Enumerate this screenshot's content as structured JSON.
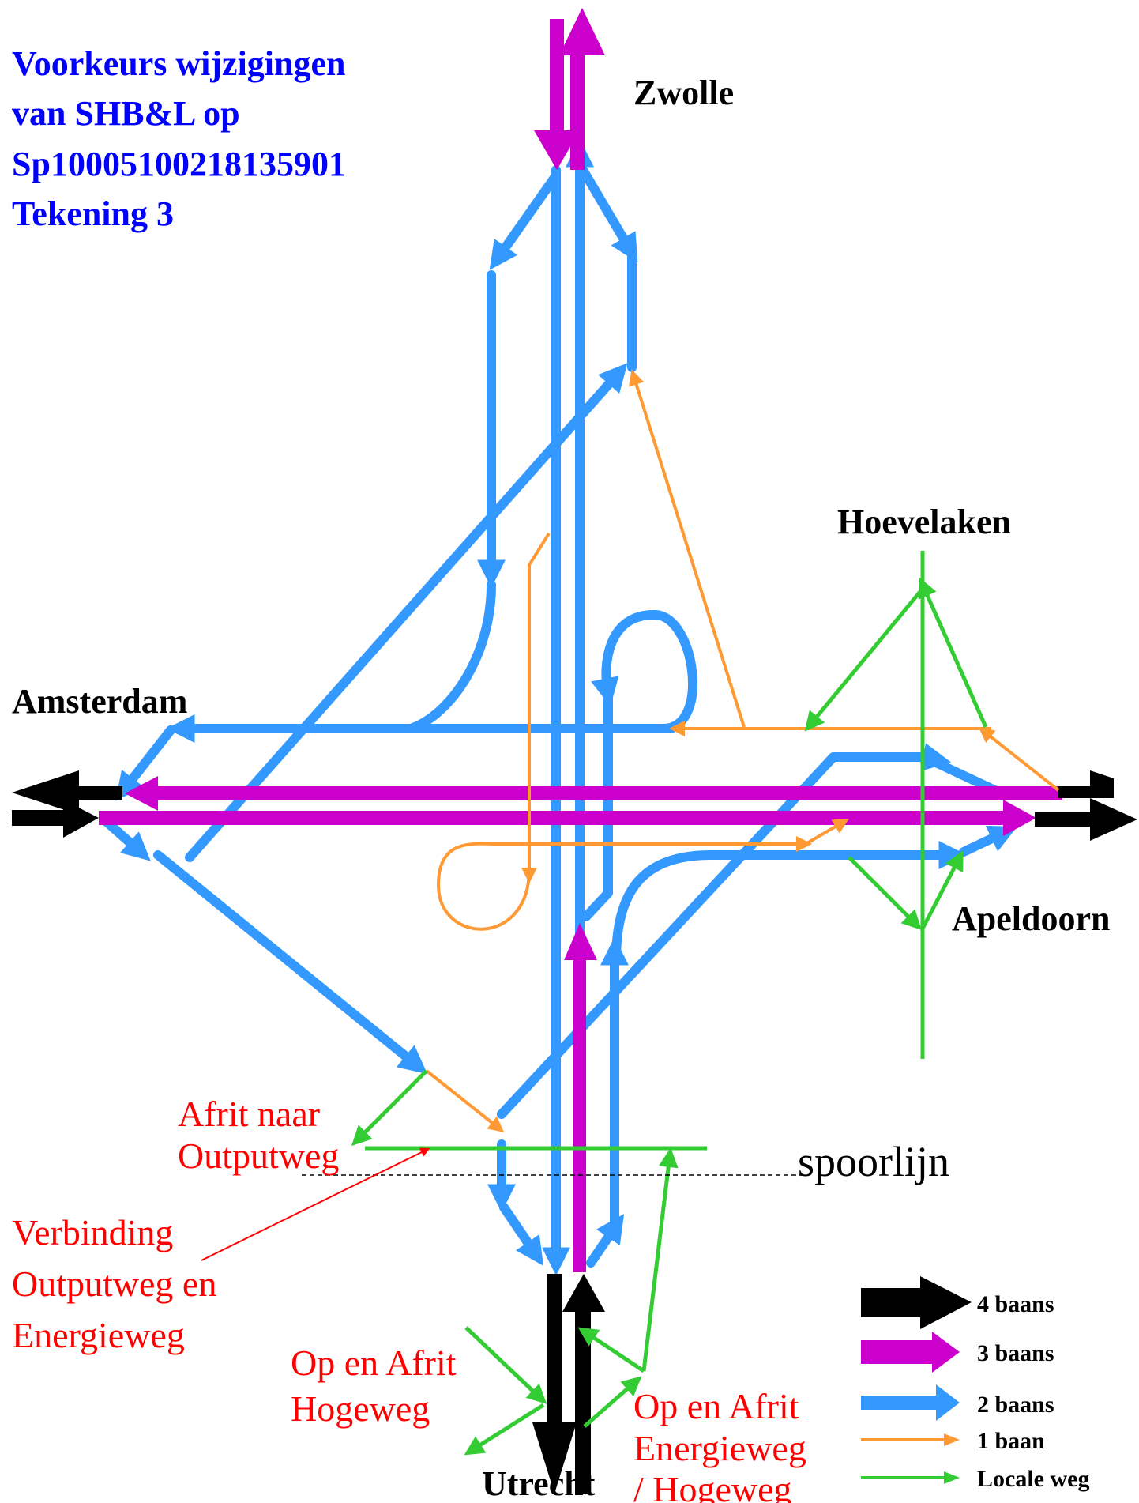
{
  "title_lines": [
    "Voorkeurs wijzigingen",
    "van SHB&L op",
    "Sp10005100218135901",
    "Tekening 3"
  ],
  "places": {
    "zwolle": "Zwolle",
    "hoevelaken": "Hoevelaken",
    "amsterdam": "Amsterdam",
    "apeldoorn": "Apeldoorn",
    "utrecht": "Utrecht"
  },
  "annotations": {
    "afrit": [
      "Afrit naar",
      "Outputweg"
    ],
    "verbinding": [
      "Verbinding",
      "Outputweg en",
      "Energieweg"
    ],
    "hogeweg": [
      "Op en Afrit",
      "Hogeweg"
    ],
    "energieweg": [
      "Op en Afrit",
      "Energieweg",
      "/ Hogeweg"
    ],
    "spoorlijn": "spoorlijn"
  },
  "legend": [
    {
      "label": "4 baans",
      "color": "#000000"
    },
    {
      "label": "3 baans",
      "color": "#cc00cc"
    },
    {
      "label": "2 baans",
      "color": "#3399ff"
    },
    {
      "label": "1 baan",
      "color": "#ff9933"
    },
    {
      "label": "Locale weg",
      "color": "#33cc33"
    }
  ],
  "colors": {
    "title": "#0000ff",
    "annotation": "#ff0000",
    "four_lane": "#000000",
    "three_lane": "#cc00cc",
    "two_lane": "#3399ff",
    "one_lane": "#ff9933",
    "local": "#33cc33"
  }
}
